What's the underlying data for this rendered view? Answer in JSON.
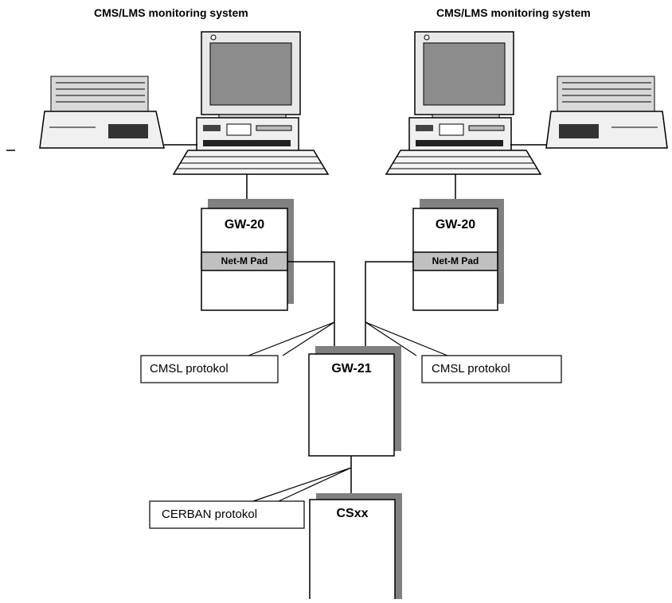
{
  "titles": {
    "left": "CMS/LMS monitoring system",
    "right": "CMS/LMS monitoring system"
  },
  "gateways": {
    "left": {
      "name": "GW-20",
      "module": "Net-M Pad"
    },
    "right": {
      "name": "GW-20",
      "module": "Net-M Pad"
    }
  },
  "hub": {
    "name": "GW-21"
  },
  "controller": {
    "name": "CSxx"
  },
  "callouts": {
    "cmsl_left": "CMSL protokol",
    "cmsl_right": "CMSL protokol",
    "cerban": "CERBAN protokol"
  },
  "colors": {
    "shadow": "#808080",
    "module_fill": "#c0c0c0",
    "monitor_screen": "#8c8c8c"
  }
}
